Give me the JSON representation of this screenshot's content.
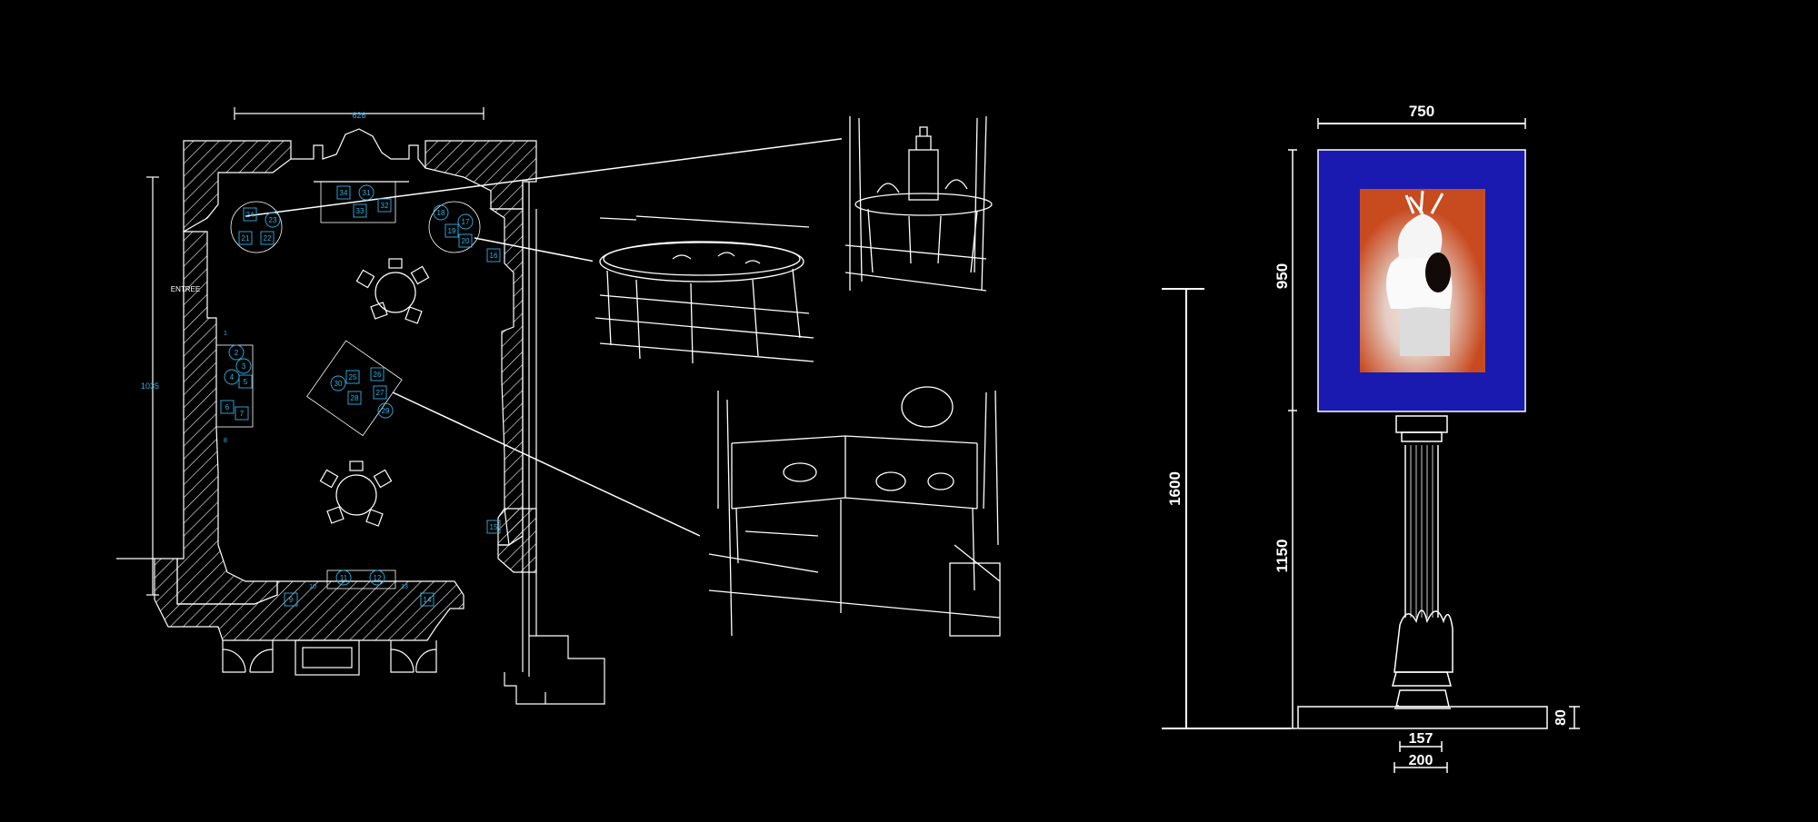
{
  "floorplan": {
    "width_label": "626",
    "height_label": "1035",
    "entrance_label": "ENTREE",
    "item_numbers": [
      "1",
      "2",
      "3",
      "4",
      "5",
      "6",
      "7",
      "8",
      "9",
      "10",
      "11",
      "12",
      "13",
      "14",
      "15",
      "16",
      "17",
      "18",
      "19",
      "20",
      "21",
      "22",
      "23",
      "24",
      "25",
      "26",
      "27",
      "28",
      "29",
      "30",
      "31",
      "32",
      "33",
      "34"
    ]
  },
  "stand": {
    "frame_width": "750",
    "frame_height": "950",
    "column_height": "1150",
    "total_height": "1600",
    "base_height": "80",
    "inner_width": "157",
    "outer_width": "200",
    "frame_color": "#1a1ab0",
    "photo_colors": [
      "#c84a1f",
      "#f2f2f2"
    ]
  }
}
